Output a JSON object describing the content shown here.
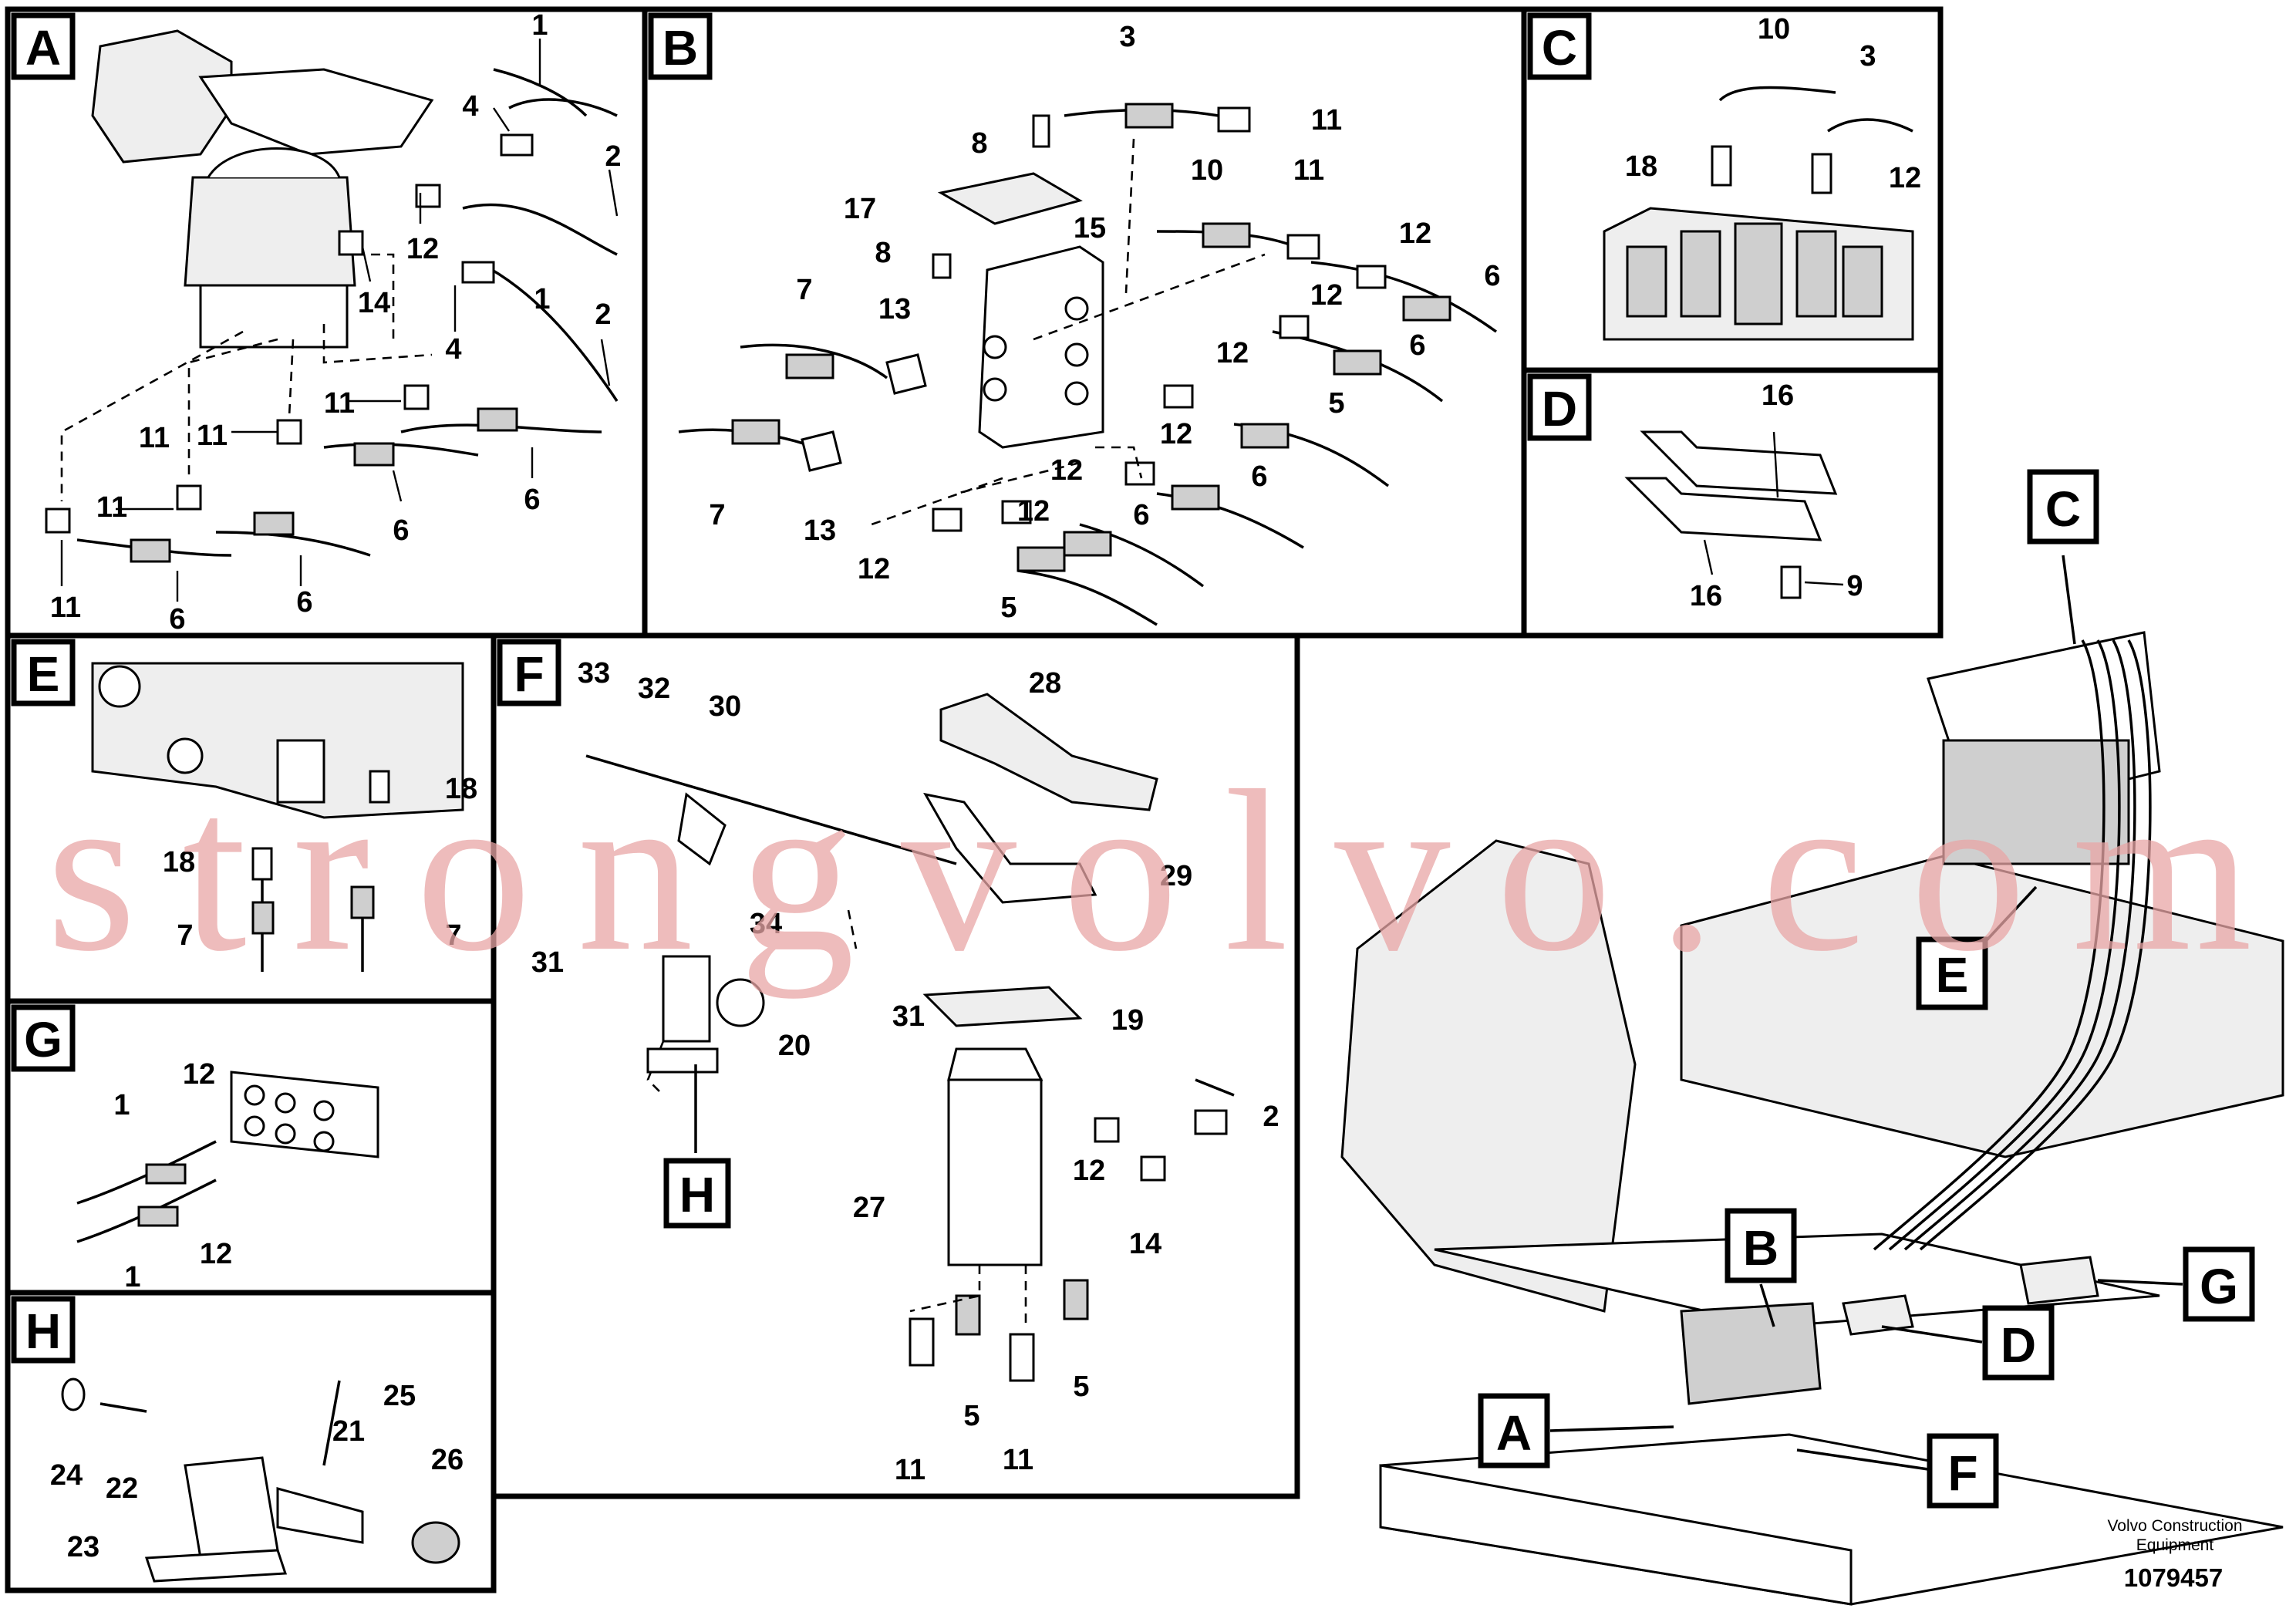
{
  "panels": {
    "A": {
      "letter": "A",
      "callouts": [
        "1",
        "4",
        "2",
        "12",
        "14",
        "1",
        "4",
        "2",
        "11",
        "11",
        "11",
        "11",
        "6",
        "6",
        "6",
        "11",
        "6"
      ]
    },
    "B": {
      "letter": "B",
      "callouts": [
        "3",
        "11",
        "8",
        "17",
        "8",
        "15",
        "10",
        "11",
        "12",
        "6",
        "12",
        "6",
        "7",
        "13",
        "12",
        "5",
        "7",
        "13",
        "12",
        "12",
        "6",
        "12",
        "6",
        "12",
        "5"
      ]
    },
    "C": {
      "letter": "C",
      "callouts": [
        "10",
        "3",
        "18",
        "12"
      ]
    },
    "D": {
      "letter": "D",
      "callouts": [
        "16",
        "16",
        "9"
      ]
    },
    "E": {
      "letter": "E",
      "callouts": [
        "18",
        "18",
        "7",
        "7"
      ]
    },
    "F": {
      "letter": "F",
      "callouts": [
        "33",
        "32",
        "30",
        "28",
        "29",
        "34",
        "31",
        "31",
        "19",
        "20",
        "27",
        "12",
        "14",
        "2",
        "5",
        "5",
        "11",
        "11"
      ]
    },
    "G": {
      "letter": "G",
      "callouts": [
        "12",
        "1",
        "12",
        "1"
      ]
    },
    "H": {
      "letter": "H",
      "callouts": [
        "25",
        "21",
        "26",
        "24",
        "22",
        "23"
      ]
    }
  },
  "overview": {
    "labels": [
      "C",
      "E",
      "B",
      "G",
      "D",
      "A",
      "F"
    ],
    "view_h_label": "H"
  },
  "watermark": "strongvolvo.com",
  "brand_line1": "Volvo Construction",
  "brand_line2": "Equipment",
  "doc_number": "1079457"
}
